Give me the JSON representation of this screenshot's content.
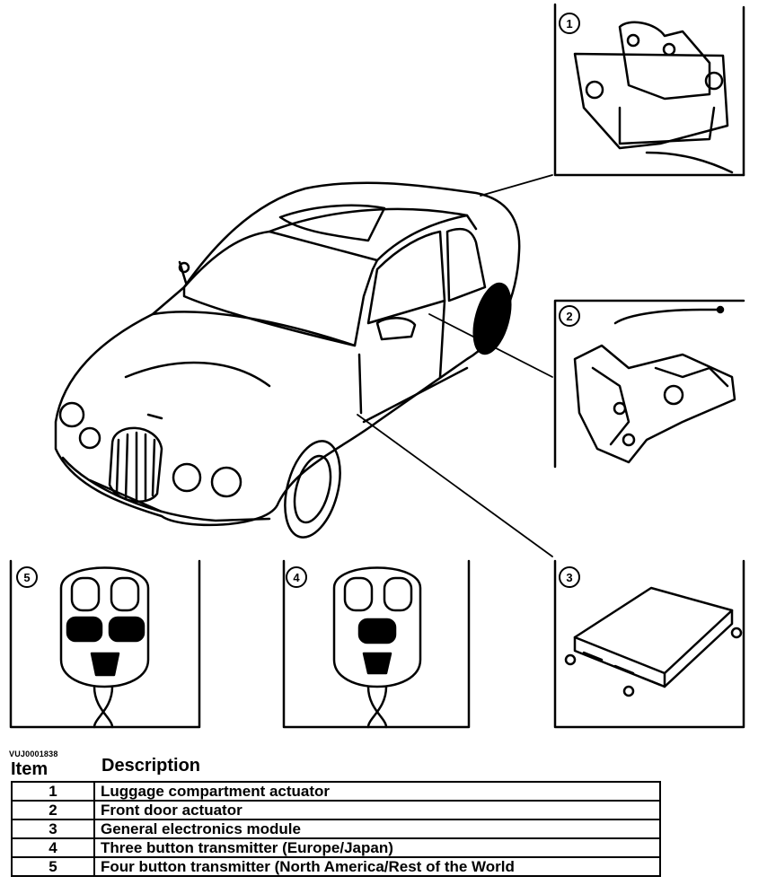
{
  "diagram": {
    "callouts": [
      "1",
      "2",
      "3",
      "4",
      "5"
    ]
  },
  "figure_ref": "VUJ0001838",
  "table": {
    "headers": {
      "item": "Item",
      "description": "Description"
    },
    "rows": [
      {
        "item": "1",
        "description": "Luggage compartment actuator"
      },
      {
        "item": "2",
        "description": "Front door actuator"
      },
      {
        "item": "3",
        "description": "General electronics module"
      },
      {
        "item": "4",
        "description": "Three button transmitter (Europe/Japan)"
      },
      {
        "item": "5",
        "description": "Four button transmitter (North America/Rest of the World"
      }
    ]
  }
}
